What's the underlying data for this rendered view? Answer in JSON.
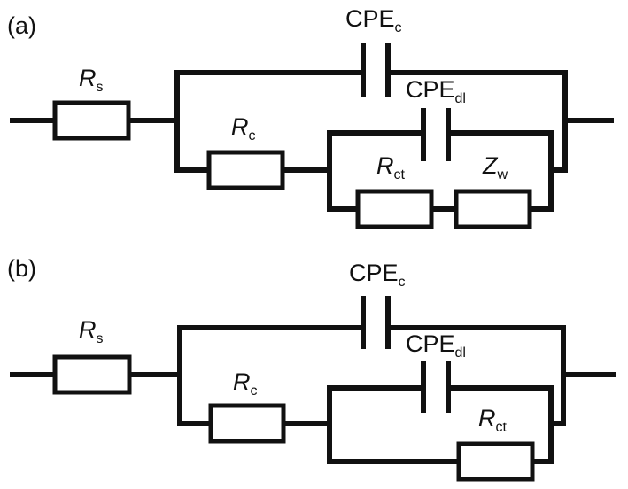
{
  "panels": [
    {
      "id": "a",
      "label": "(a)",
      "components": {
        "rs": {
          "symbol": "R",
          "subscript": "s"
        },
        "cpe_c": {
          "symbol": "CPE",
          "subscript": "c"
        },
        "rc": {
          "symbol": "R",
          "subscript": "c"
        },
        "cpe_dl": {
          "symbol": "CPE",
          "subscript": "dl"
        },
        "rct": {
          "symbol": "R",
          "subscript": "ct"
        },
        "zw": {
          "symbol": "Z",
          "subscript": "w"
        }
      }
    },
    {
      "id": "b",
      "label": "(b)",
      "components": {
        "rs": {
          "symbol": "R",
          "subscript": "s"
        },
        "cpe_c": {
          "symbol": "CPE",
          "subscript": "c"
        },
        "rc": {
          "symbol": "R",
          "subscript": "c"
        },
        "cpe_dl": {
          "symbol": "CPE",
          "subscript": "dl"
        },
        "rct": {
          "symbol": "R",
          "subscript": "ct"
        }
      }
    }
  ]
}
